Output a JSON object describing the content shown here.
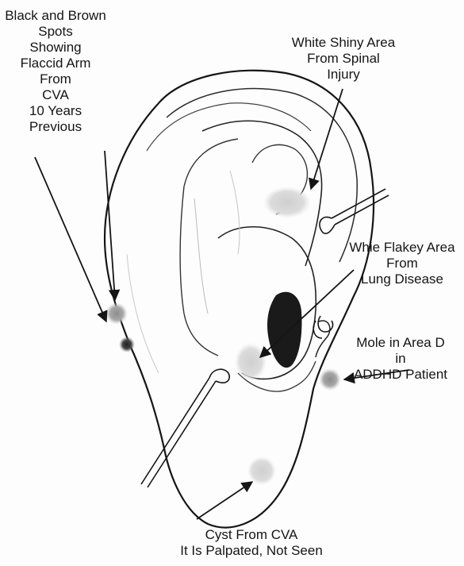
{
  "labels": {
    "black_brown_spots": [
      "Black and Brown",
      "Spots",
      "Showing",
      "Flaccid Arm",
      "From",
      "CVA",
      "10 Years",
      "Previous"
    ],
    "white_shiny": [
      "White Shiny Area",
      "From Spinal",
      "Injury"
    ],
    "white_flakey": [
      "Whie Flakey Area",
      "From",
      "Lung Disease"
    ],
    "mole": [
      "Mole in Area D",
      "in",
      "ADDHD Patient"
    ],
    "cyst": [
      "Cyst From CVA",
      "It Is Palpated, Not Seen"
    ]
  },
  "colors": {
    "ink": "#151515",
    "lung_area": "#1a1a1a",
    "spot_grey": "#9a9a9a",
    "spot_dark": "#3a3a3a",
    "light_patch": "#d7d7d7"
  }
}
